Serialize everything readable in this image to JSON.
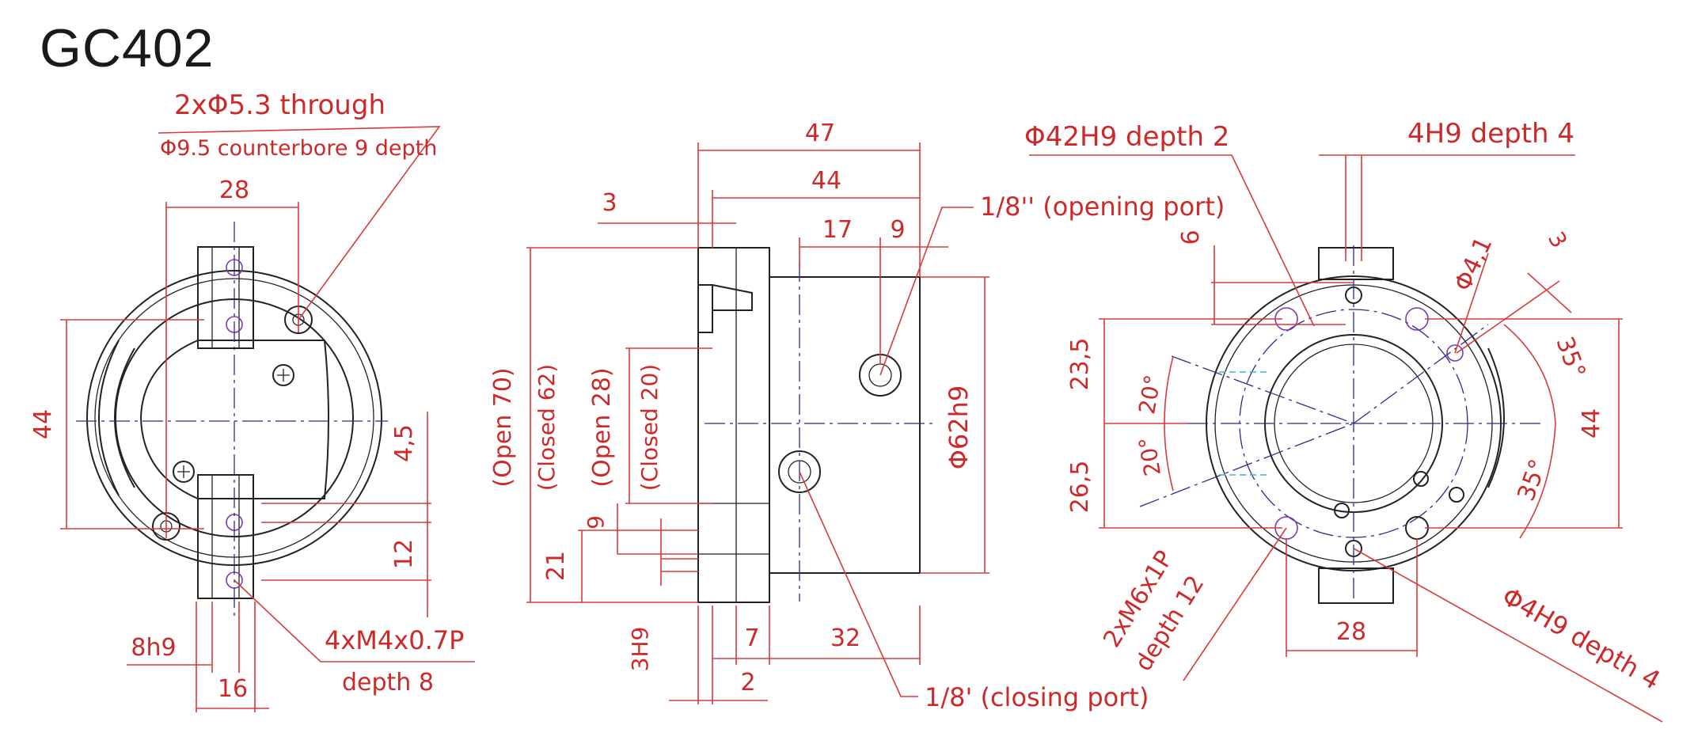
{
  "title": "GC402",
  "colors": {
    "dimension": "#cc2a2a",
    "outline": "#222222",
    "centerline": "#2b2b88",
    "hole": "#7a3ab0"
  },
  "left_view": {
    "mount_hole_callout": "2xΦ5.3 through",
    "counterbore_callout": "Φ9.5 counterbore 9 depth",
    "dim_28": "28",
    "dim_44": "44",
    "dim_4_5": "4,5",
    "dim_12": "12",
    "dim_8h9": "8h9",
    "dim_16": "16",
    "thread_callout": "4xM4x0.7P",
    "thread_depth": "depth 8"
  },
  "middle_view": {
    "dim_47": "47",
    "dim_44": "44",
    "dim_3": "3",
    "dim_17": "17",
    "dim_9_top": "9",
    "opening_port": "1/8'' (opening port)",
    "closing_port": "1/8' (closing port)",
    "open_70": "(Open 70)",
    "closed_62": "(Closed 62)",
    "open_28": "(Open 28)",
    "closed_20": "(Closed 20)",
    "dim_21": "21",
    "dim_9_left": "9",
    "bore": "Φ62h9",
    "dim_3h9": "3H9",
    "dim_7": "7",
    "dim_32": "32",
    "dim_2": "2"
  },
  "right_view": {
    "bore_callout": "Φ42H9 depth 2",
    "slot_callout": "4H9 depth 4",
    "dim_6": "6",
    "dim_3": "3",
    "dim_4_1": "Φ4,1",
    "dim_23_5": "23,5",
    "dim_26_5": "26,5",
    "angle_20_upper": "20°",
    "angle_20_lower": "20°",
    "angle_35_upper": "35°",
    "angle_35_lower": "35°",
    "dim_44": "44",
    "dim_28": "28",
    "tap_callout": "2xM6x1P",
    "tap_depth": "depth 12",
    "pin_callout": "Φ4H9 depth 4"
  }
}
